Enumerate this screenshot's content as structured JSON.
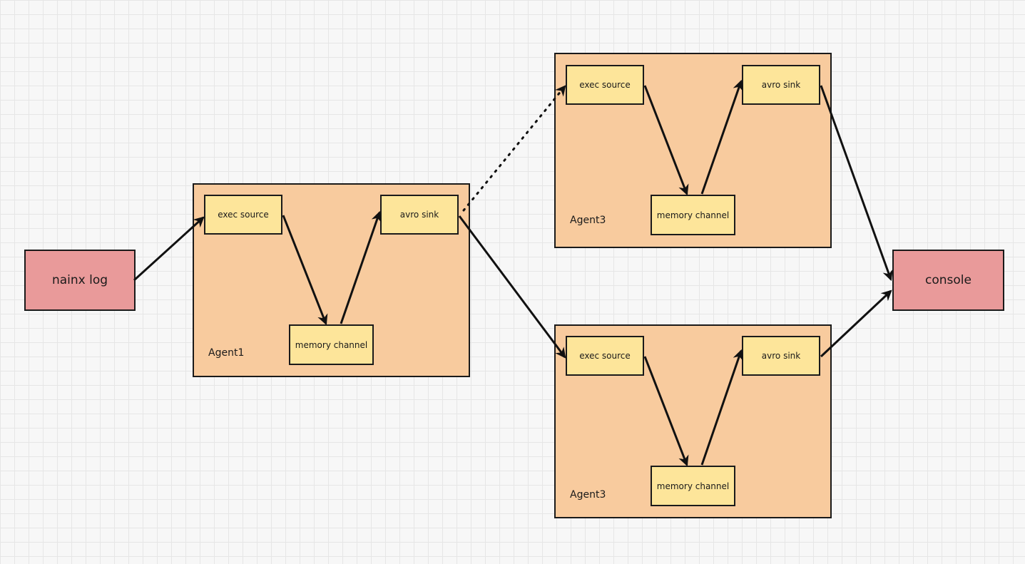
{
  "nodes": {
    "source": "nainx log",
    "sink": "console"
  },
  "agents": [
    {
      "label": "Agent1",
      "exec_source": "exec source",
      "memory_channel": "memory channel",
      "avro_sink": "avro sink"
    },
    {
      "label": "Agent3",
      "exec_source": "exec source",
      "memory_channel": "memory channel",
      "avro_sink": "avro sink"
    },
    {
      "label": "Agent3",
      "exec_source": "exec source",
      "memory_channel": "memory channel",
      "avro_sink": "avro sink"
    }
  ],
  "colors": {
    "endpoint_fill": "#e99a9a",
    "agent_fill": "#f8cb9e",
    "component_fill": "#fde59a",
    "stroke": "#1a1a1a"
  }
}
